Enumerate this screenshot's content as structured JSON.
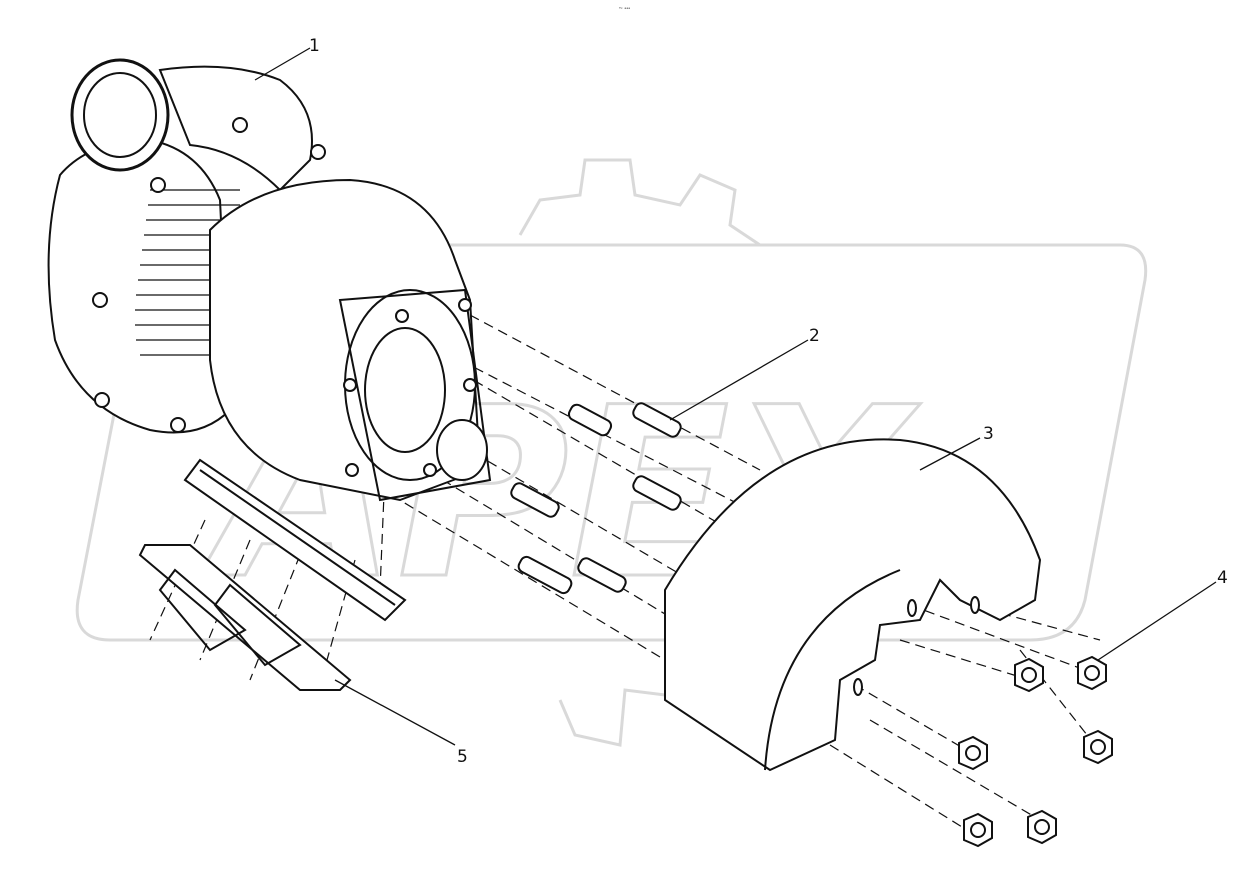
{
  "header_mark": "ᵀᶜ ᵃᵃᵃ",
  "watermark_text": "APEX",
  "callouts": [
    {
      "id": "1",
      "label": "1"
    },
    {
      "id": "2",
      "label": "2"
    },
    {
      "id": "3",
      "label": "3"
    },
    {
      "id": "4",
      "label": "4"
    },
    {
      "id": "5",
      "label": "5"
    }
  ],
  "colors": {
    "line": "#111111",
    "watermark": "#d9d9d9",
    "background": "#ffffff"
  }
}
